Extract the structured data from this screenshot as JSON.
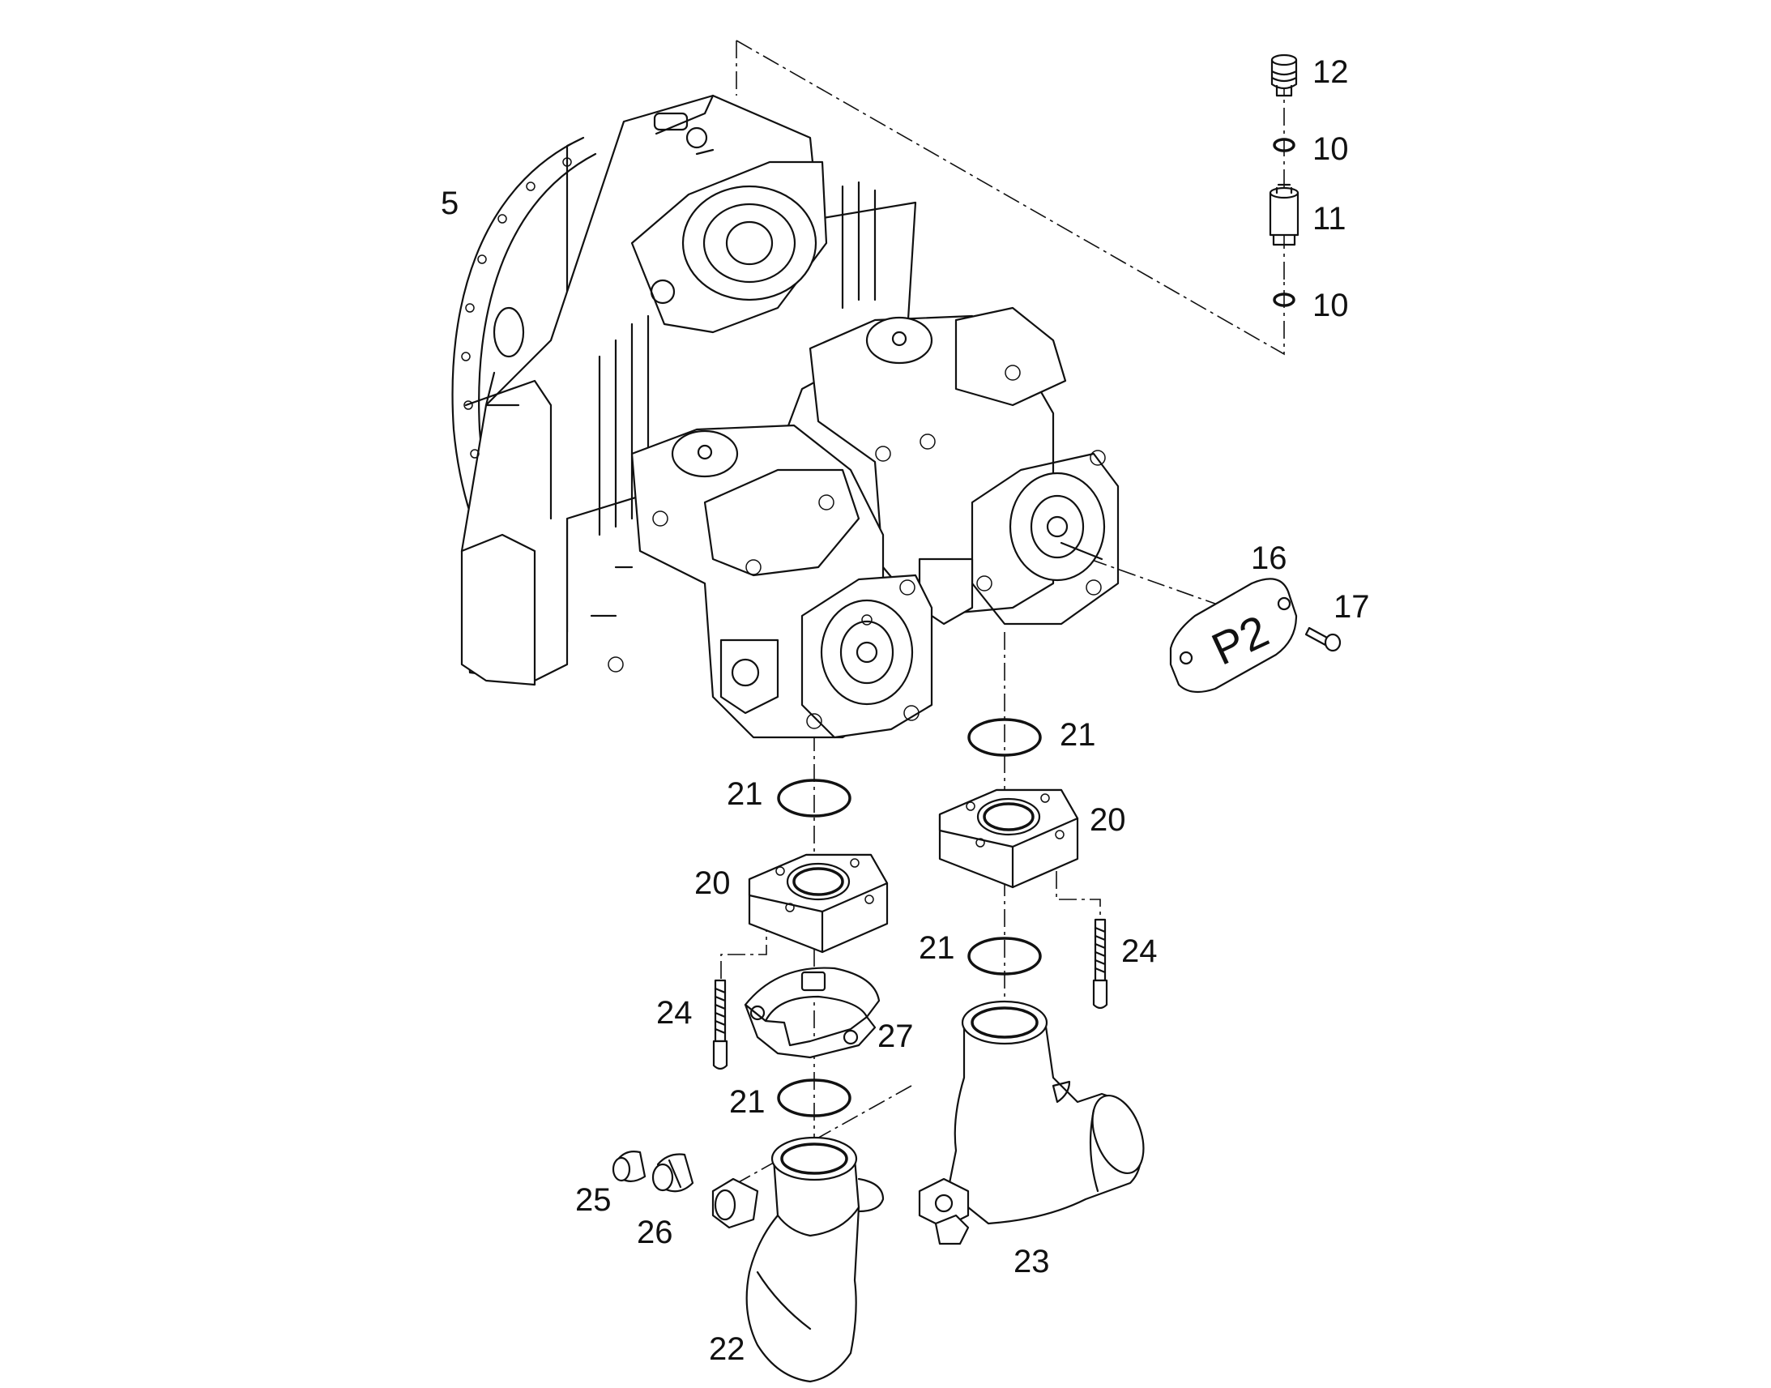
{
  "callouts": {
    "c5": "5",
    "c12": "12",
    "c10a": "10",
    "c11": "11",
    "c10b": "10",
    "c16": "16",
    "c17": "17",
    "c21a": "21",
    "c21b": "21",
    "c20a": "20",
    "c20b": "20",
    "c24a": "24",
    "c24b": "24",
    "c21c": "21",
    "c27": "27",
    "c21d": "21",
    "c25": "25",
    "c26": "26",
    "c22": "22",
    "c23": "23"
  },
  "plate_marking": "P2"
}
